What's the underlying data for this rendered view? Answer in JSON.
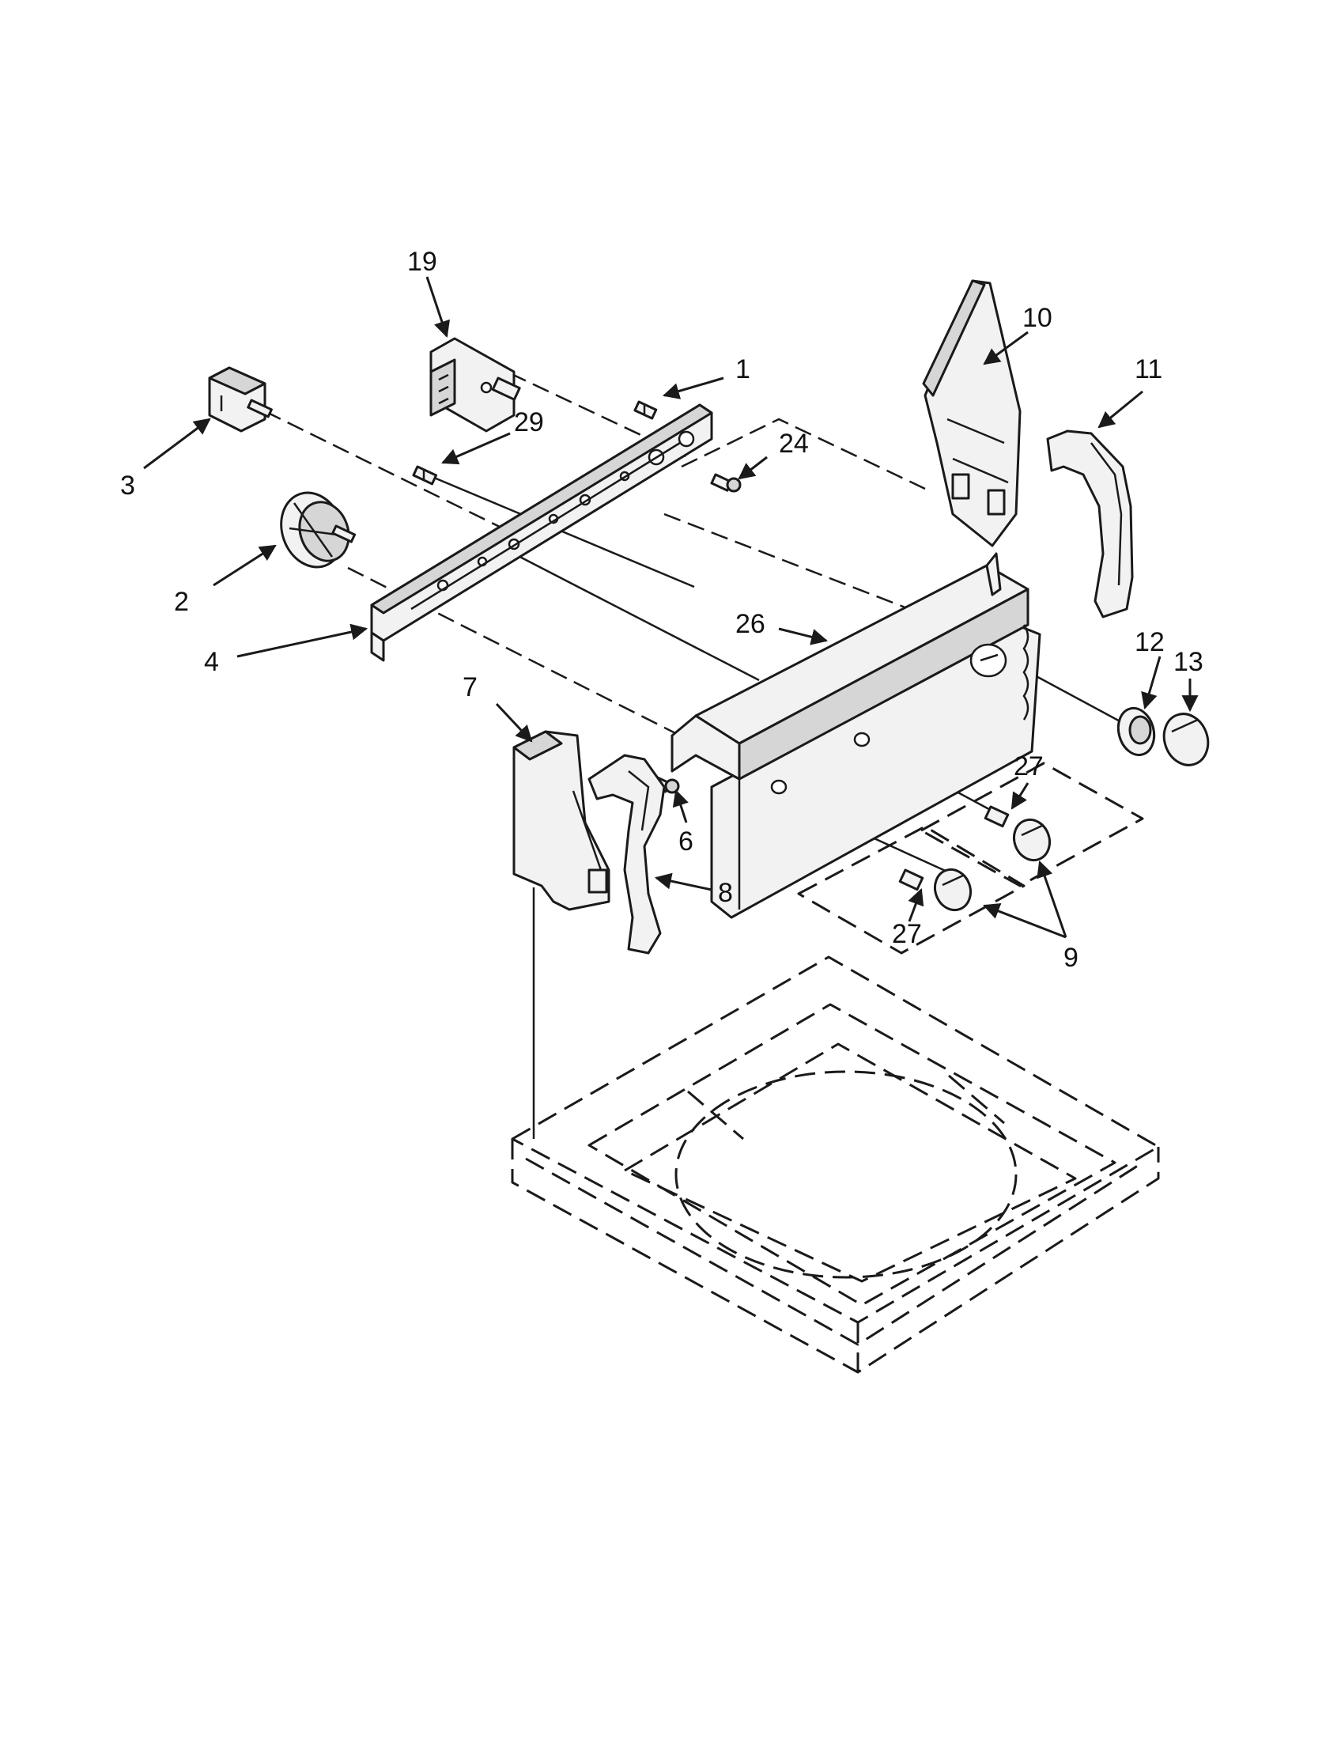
{
  "callouts": [
    {
      "id": "c19",
      "label": "19"
    },
    {
      "id": "c10",
      "label": "10"
    },
    {
      "id": "c1",
      "label": "1"
    },
    {
      "id": "c11",
      "label": "11"
    },
    {
      "id": "c29",
      "label": "29"
    },
    {
      "id": "c3",
      "label": "3"
    },
    {
      "id": "c24",
      "label": "24"
    },
    {
      "id": "c2",
      "label": "2"
    },
    {
      "id": "c26",
      "label": "26"
    },
    {
      "id": "c12",
      "label": "12"
    },
    {
      "id": "c13",
      "label": "13"
    },
    {
      "id": "c4",
      "label": "4"
    },
    {
      "id": "c7",
      "label": "7"
    },
    {
      "id": "c27a",
      "label": "27"
    },
    {
      "id": "c6",
      "label": "6"
    },
    {
      "id": "c8",
      "label": "8"
    },
    {
      "id": "c27b",
      "label": "27"
    },
    {
      "id": "c9",
      "label": "9"
    }
  ]
}
